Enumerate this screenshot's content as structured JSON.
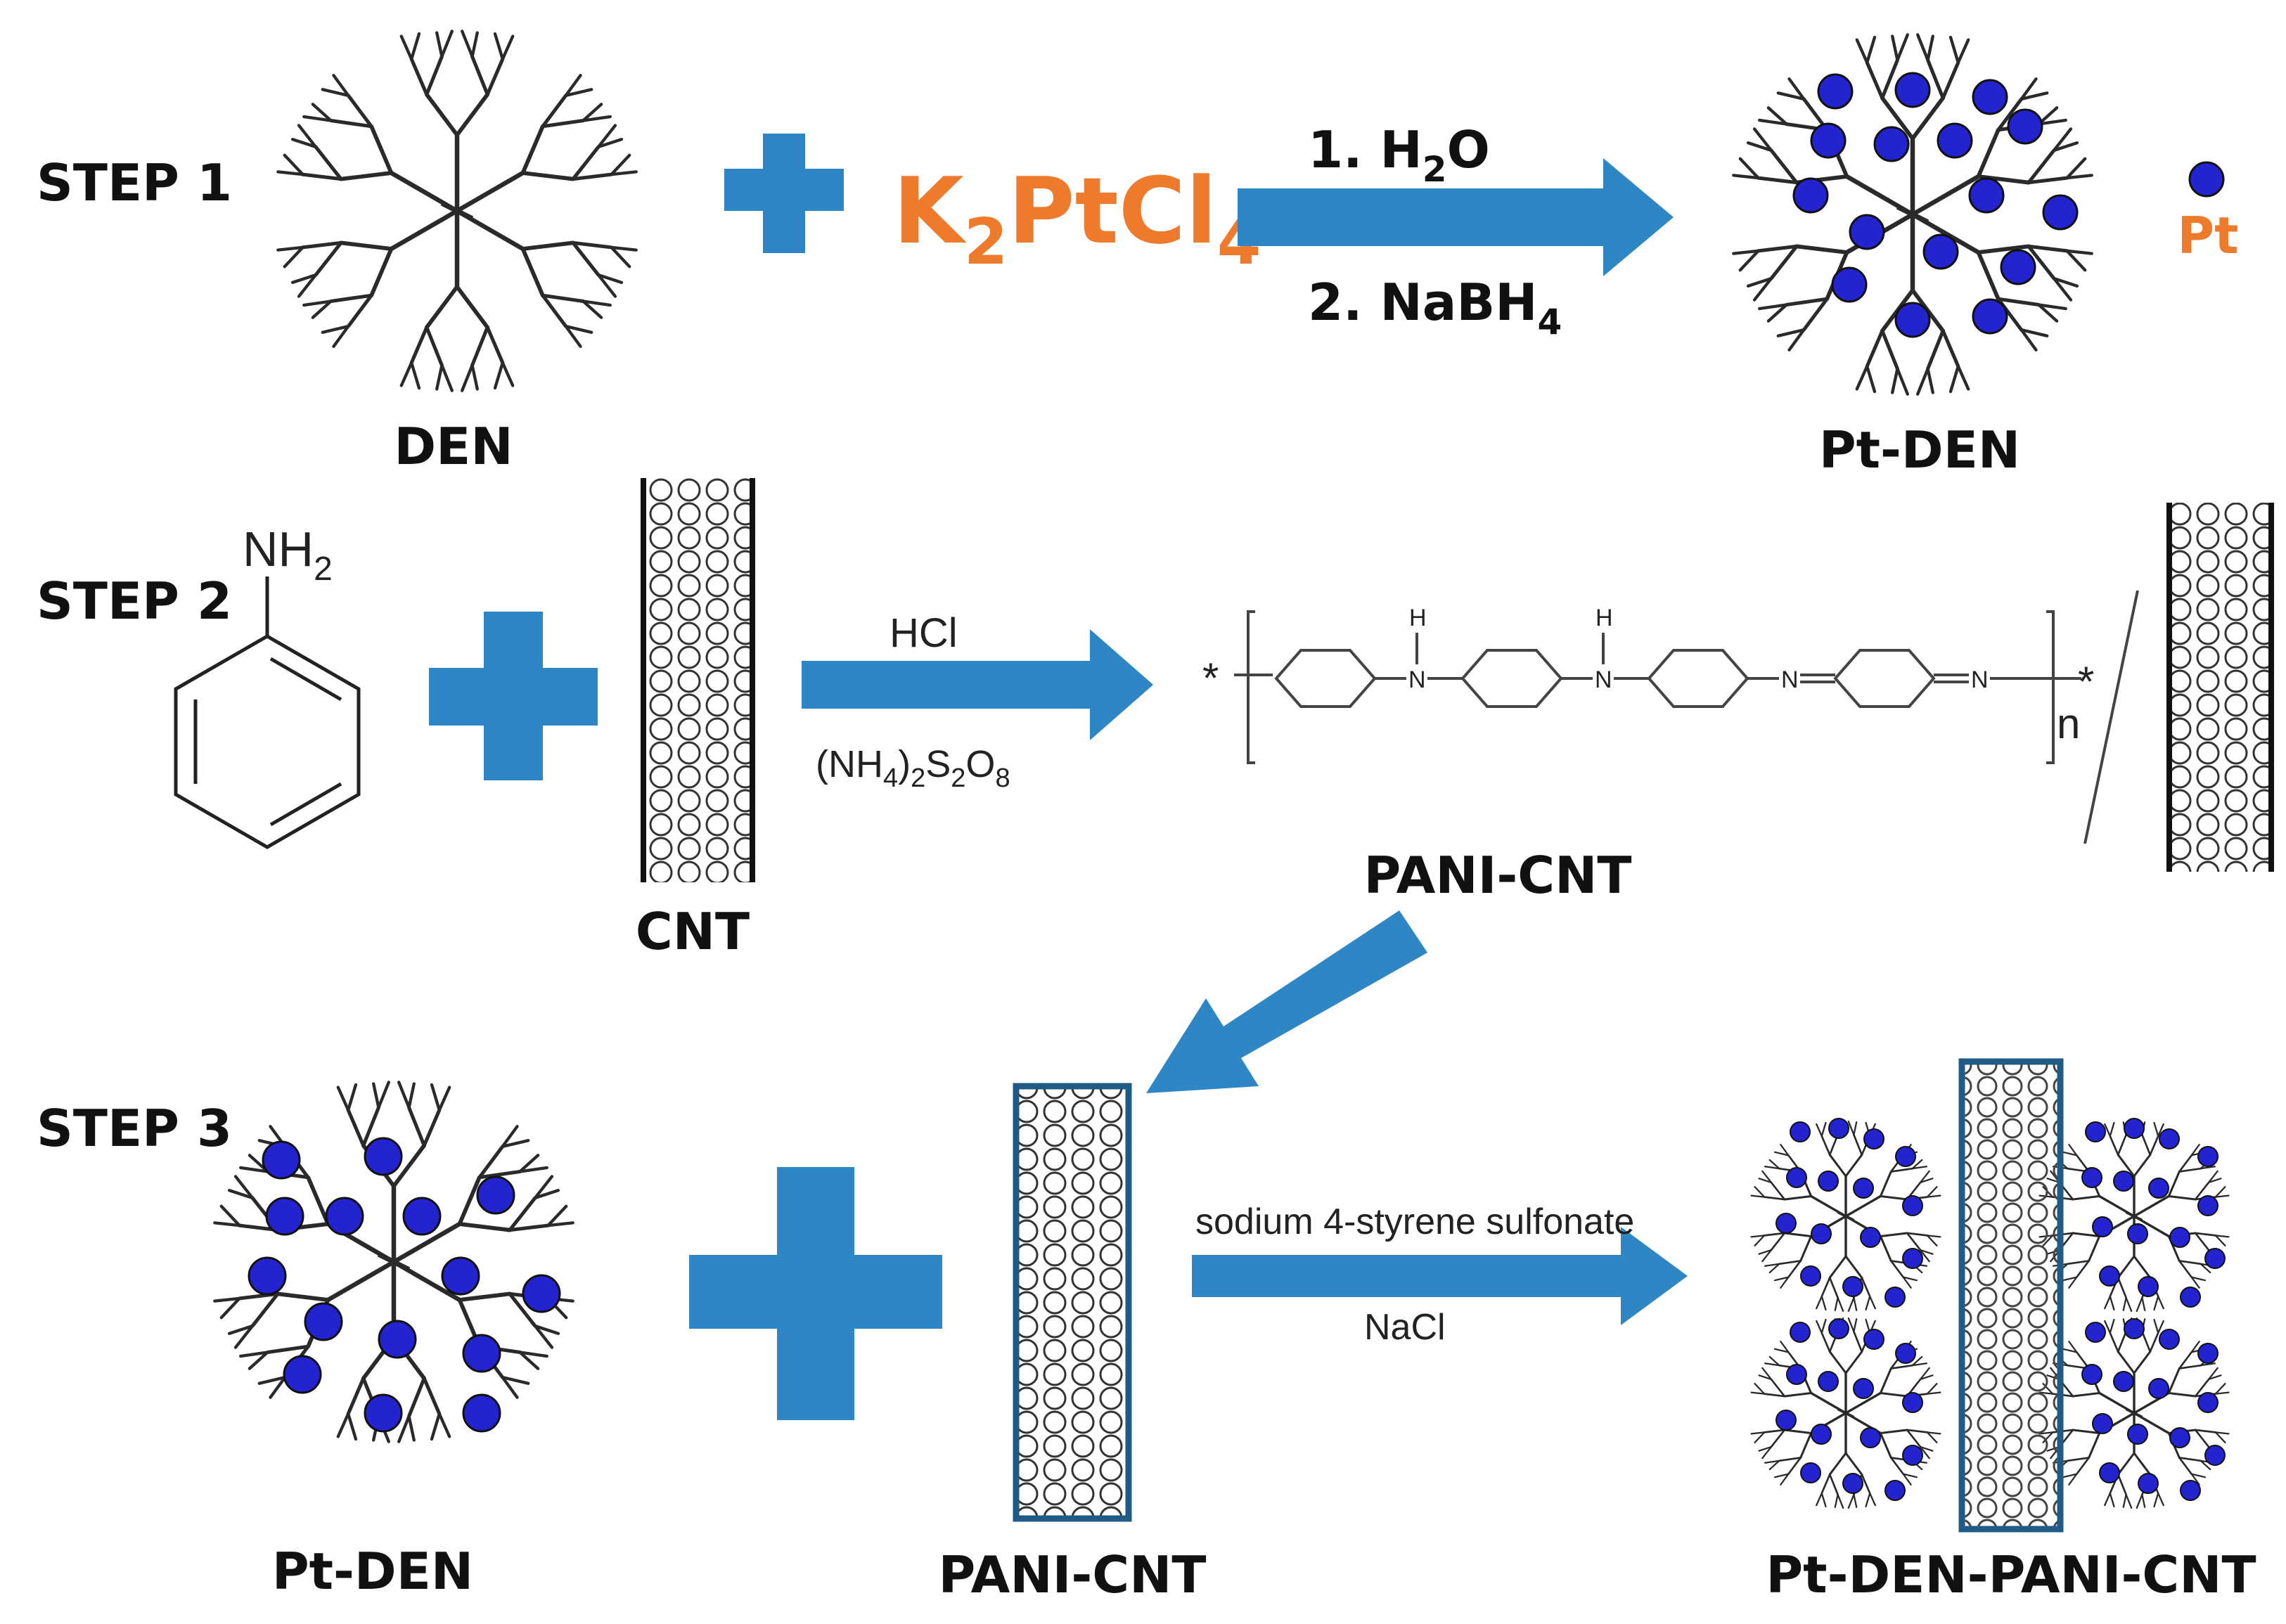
{
  "colors": {
    "arrow": "#2f86c4",
    "plus": "#2f86c4",
    "pt_dot": "#2323d0",
    "orange": "#ee7a2c",
    "ink": "#111111"
  },
  "step1": {
    "label": "STEP 1",
    "den_label": "DEN",
    "reagent_main": "K",
    "reagent_sub1": "2",
    "reagent_mid": "PtCl",
    "reagent_sub2": "4",
    "cond_top_pre": "1. H",
    "cond_top_sub": "2",
    "cond_top_post": "O",
    "cond_bottom_pre": "2. NaBH",
    "cond_bottom_sub": "4",
    "product_label": "Pt-DEN",
    "legend_label": "Pt"
  },
  "step2": {
    "label": "STEP 2",
    "amine_pre": "NH",
    "amine_sub": "2",
    "cnt_label": "CNT",
    "cond_top": "HCl",
    "cond_bottom_parts": [
      "(NH",
      "4",
      ")",
      "2",
      "S",
      "2",
      "O",
      "8"
    ],
    "star_left": "*",
    "star_right": "*",
    "h1": "H",
    "h2": "H",
    "n1": "N",
    "n2": "N",
    "n3": "N",
    "n4": "N",
    "repeat_n": "n",
    "product_label": "PANI-CNT"
  },
  "step3": {
    "label": "STEP 3",
    "pt_den_label": "Pt-DEN",
    "pani_label": "PANI-CNT",
    "cond_top": "sodium 4-styrene sulfonate",
    "cond_bottom": "NaCl",
    "product_label": "Pt-DEN-PANI-CNT"
  }
}
